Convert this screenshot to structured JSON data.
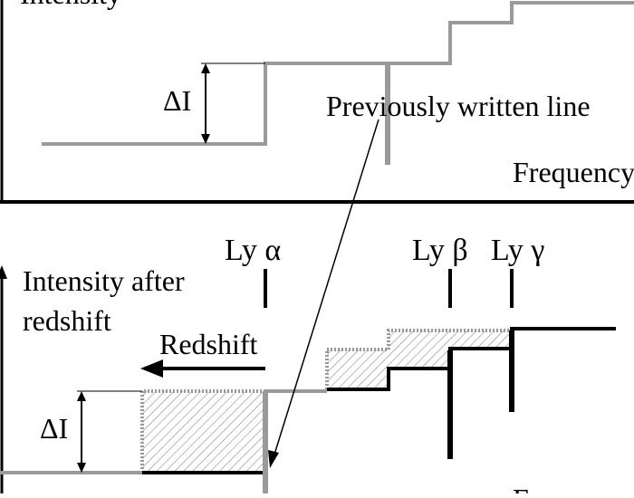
{
  "top_panel": {
    "y_axis_label": "Intensity",
    "delta_label": "ΔI",
    "line_label": "Previously written line",
    "x_axis_label": "Frequency"
  },
  "bottom_panel": {
    "y_axis_label_line1": "Intensity after",
    "y_axis_label_line2": "redshift",
    "delta_label": "ΔI",
    "redshift_label": "Redshift",
    "lines": [
      {
        "key": "ly_alpha",
        "label": "Ly α"
      },
      {
        "key": "ly_beta",
        "label": "Ly β"
      },
      {
        "key": "ly_gamma",
        "label": "Ly γ"
      }
    ],
    "x_axis_label": "Frequency"
  },
  "colors": {
    "black": "#000000",
    "gray": "#9a9a9a",
    "hatch": "#8a8a8a"
  }
}
